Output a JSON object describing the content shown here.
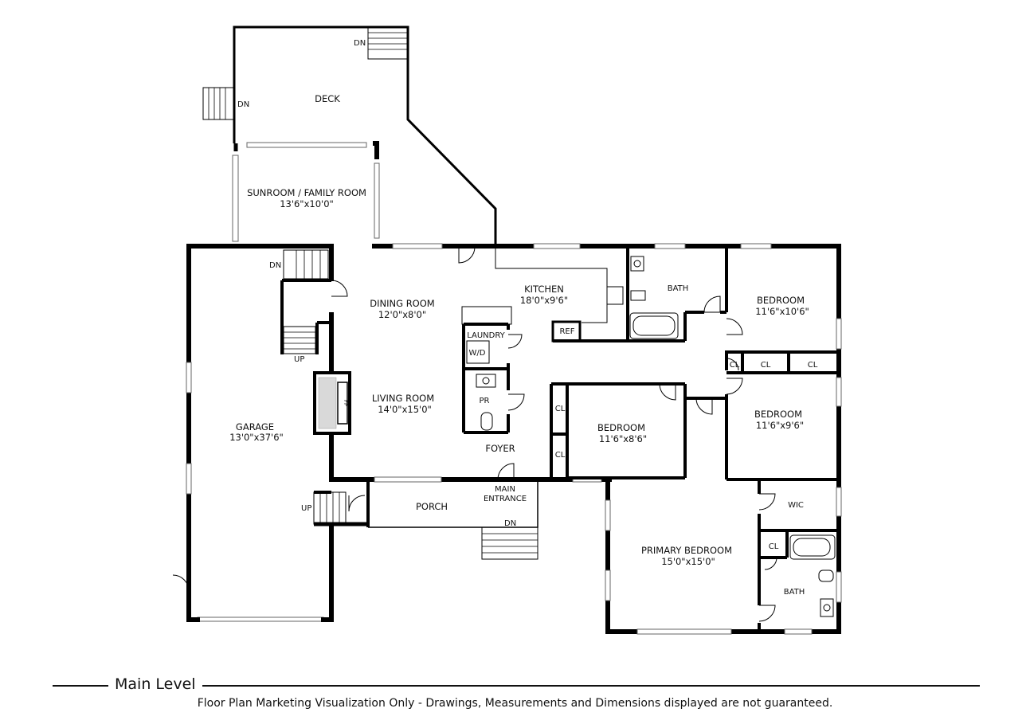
{
  "rooms": {
    "deck": {
      "name": "DECK"
    },
    "sunroom": {
      "name": "SUNROOM / FAMILY ROOM",
      "dims": "13'6\"x10'0\""
    },
    "dining": {
      "name": "DINING ROOM",
      "dims": "12'0\"x8'0\""
    },
    "kitchen": {
      "name": "KITCHEN",
      "dims": "18'0\"x9'6\""
    },
    "bath1": {
      "name": "BATH"
    },
    "bedroom1": {
      "name": "BEDROOM",
      "dims": "11'6\"x10'6\""
    },
    "laundry": {
      "name": "LAUNDRY"
    },
    "wd": {
      "name": "W/D"
    },
    "ref": {
      "name": "REF"
    },
    "pr": {
      "name": "PR"
    },
    "living": {
      "name": "LIVING ROOM",
      "dims": "14'0\"x15'0\""
    },
    "fp": {
      "name": "FP"
    },
    "garage": {
      "name": "GARAGE",
      "dims": "13'0\"x37'6\""
    },
    "bedroom2": {
      "name": "BEDROOM",
      "dims": "11'6\"x8'6\""
    },
    "bedroom3": {
      "name": "BEDROOM",
      "dims": "11'6\"x9'6\""
    },
    "foyer": {
      "name": "FOYER"
    },
    "main_entrance": {
      "line1": "MAIN",
      "line2": "ENTRANCE"
    },
    "porch": {
      "name": "PORCH"
    },
    "primary": {
      "name": "PRIMARY BEDROOM",
      "dims": "15'0\"x15'0\""
    },
    "wic": {
      "name": "WIC"
    },
    "bath2": {
      "name": "BATH"
    }
  },
  "closets": {
    "label": "CL"
  },
  "stairs": {
    "dn": "DN",
    "up": "UP"
  },
  "footer": {
    "level": "Main Level",
    "disclaimer": "Floor Plan Marketing Visualization Only - Drawings, Measurements and Dimensions displayed are not guaranteed."
  }
}
